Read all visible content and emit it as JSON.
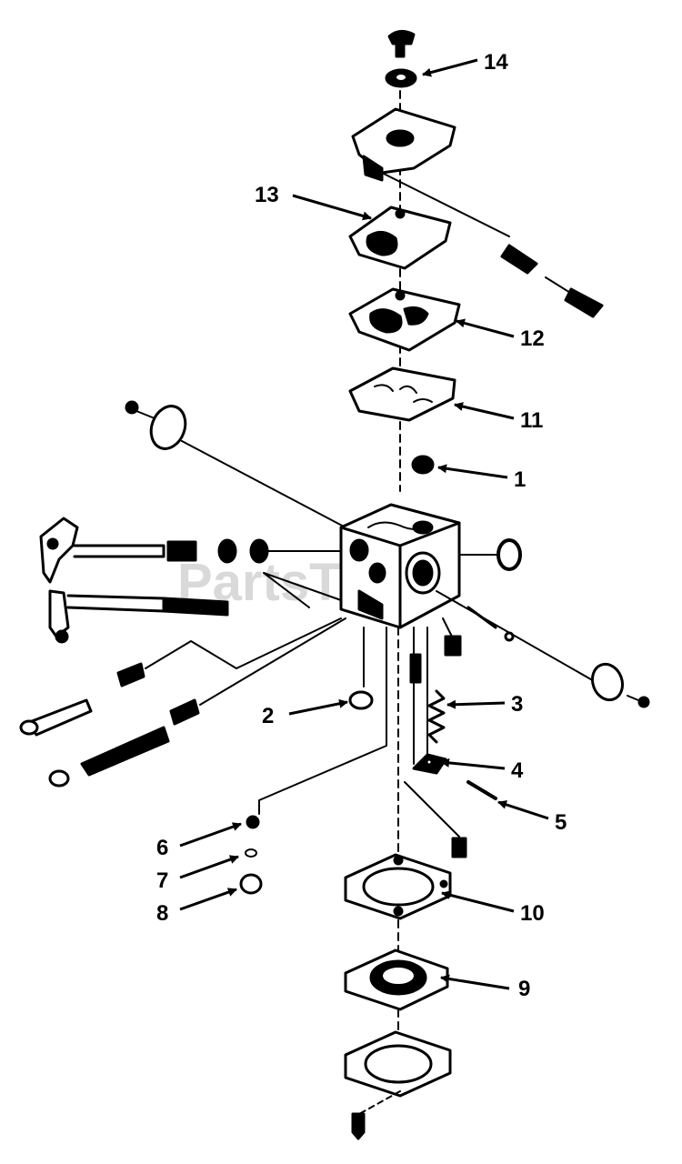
{
  "watermark": "PartsTree",
  "callouts": [
    {
      "id": "14",
      "label": "14"
    },
    {
      "id": "13",
      "label": "13"
    },
    {
      "id": "12",
      "label": "12"
    },
    {
      "id": "11",
      "label": "11"
    },
    {
      "id": "1",
      "label": "1"
    },
    {
      "id": "3",
      "label": "3"
    },
    {
      "id": "2",
      "label": "2"
    },
    {
      "id": "4",
      "label": "4"
    },
    {
      "id": "5",
      "label": "5"
    },
    {
      "id": "6",
      "label": "6"
    },
    {
      "id": "7",
      "label": "7"
    },
    {
      "id": "8",
      "label": "8"
    },
    {
      "id": "10",
      "label": "10"
    },
    {
      "id": "9",
      "label": "9"
    }
  ]
}
